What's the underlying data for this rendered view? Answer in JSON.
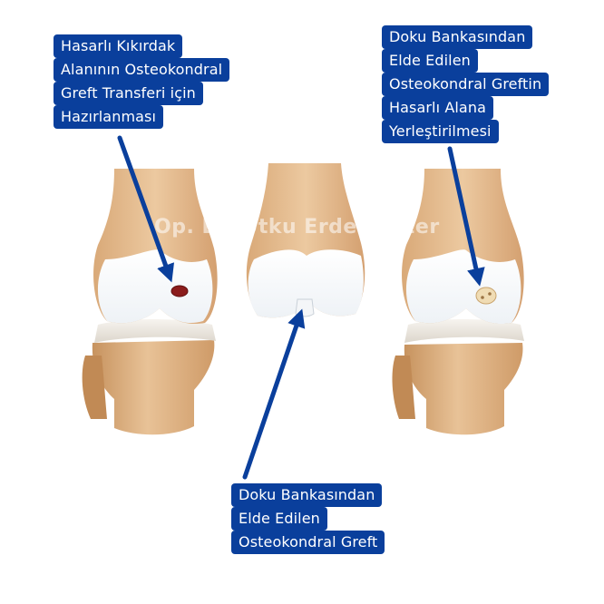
{
  "colors": {
    "label_bg": "#0a3f9c",
    "label_text": "#ffffff",
    "bone": "#e9c49a",
    "bone_shadow": "#c99566",
    "cartilage": "#ffffff",
    "meniscus": "#f1ede6",
    "lesion": "#8b1c1c",
    "graft": "#f0dcb4",
    "arrow": "#0a3f9c"
  },
  "labels": {
    "left": [
      "Hasarlı Kıkırdak",
      "Alanının Osteokondral",
      "Greft Transferi için",
      "Hazırlanması"
    ],
    "right": [
      "Doku Bankasından",
      "Elde Edilen",
      "Osteokondral Greftin",
      "Hasarlı Alana",
      "Yerleştirilmesi"
    ],
    "bottom": [
      "Doku Bankasından",
      "Elde Edilen",
      "Osteokondral Greft"
    ]
  },
  "watermark": "Op. Dr. Utku Erdem Özer",
  "icons": {
    "knee_left": "knee-joint-with-lesion",
    "femur_center": "donor-femur-with-graft-plug",
    "knee_right": "knee-joint-with-implanted-graft"
  }
}
